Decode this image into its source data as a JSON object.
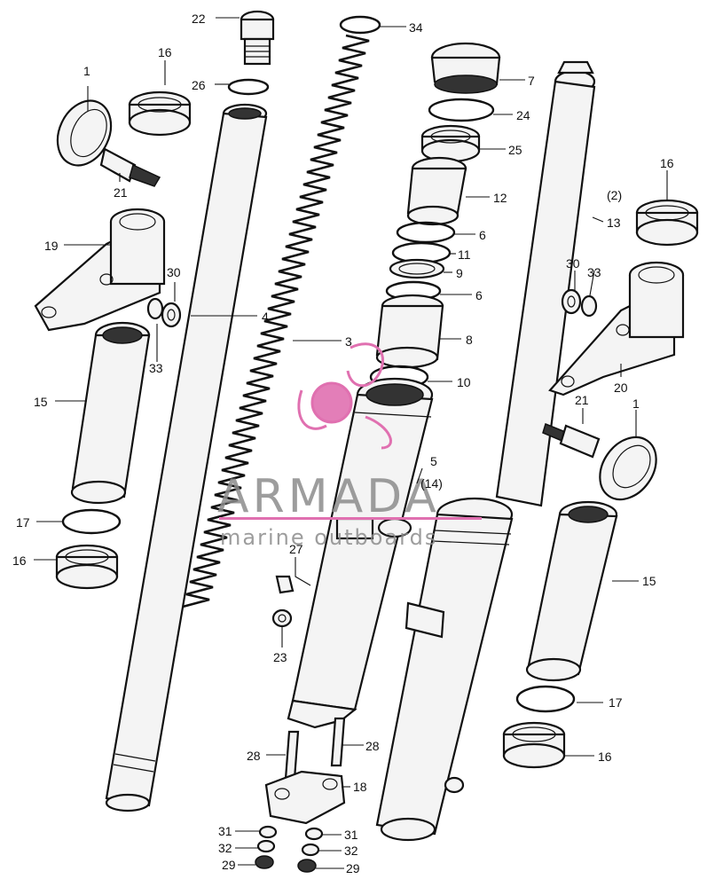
{
  "callouts": {
    "c1a": "1",
    "c1b": "1",
    "c3": "3",
    "c4": "4",
    "c5": "5",
    "c5b": "(14)",
    "c6a": "6",
    "c6b": "6",
    "c7": "7",
    "c8": "8",
    "c9": "9",
    "c10": "10",
    "c11": "11",
    "c12": "12",
    "c13": "13",
    "c13b": "(2)",
    "c15a": "15",
    "c15b": "15",
    "c16a": "16",
    "c16b": "16",
    "c16c": "16",
    "c16d": "16",
    "c17a": "17",
    "c17b": "17",
    "c18": "18",
    "c19": "19",
    "c20": "20",
    "c21a": "21",
    "c21b": "21",
    "c22": "22",
    "c23": "23",
    "c24": "24",
    "c25": "25",
    "c26": "26",
    "c27": "27",
    "c28a": "28",
    "c28b": "28",
    "c29a": "29",
    "c29b": "29",
    "c30a": "30",
    "c30b": "30",
    "c31a": "31",
    "c31b": "31",
    "c32a": "32",
    "c32b": "32",
    "c33a": "33",
    "c33b": "33",
    "c34": "34"
  },
  "watermark": {
    "brand": "ARMADA",
    "tagline": "marine outboards",
    "color": "#e070b0"
  }
}
